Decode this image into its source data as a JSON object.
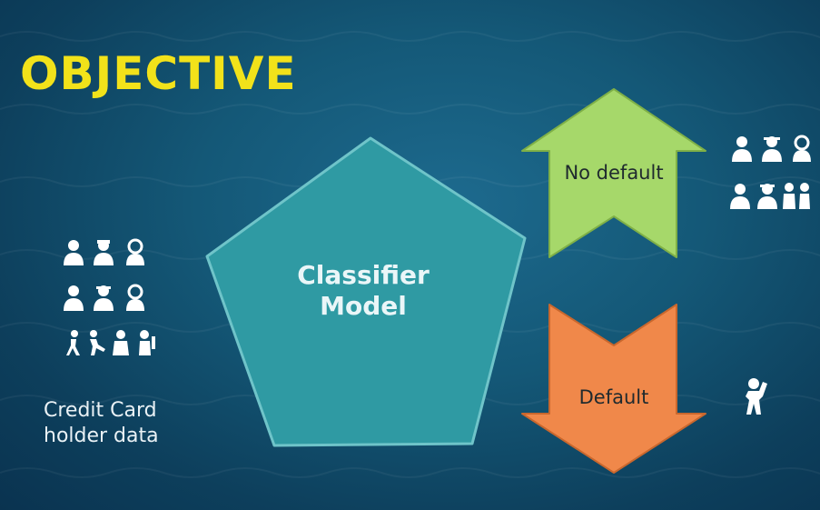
{
  "title": "OBJECTIVE",
  "input": {
    "caption_line1": "Credit Card",
    "caption_line2": "holder data"
  },
  "model": {
    "line1": "Classifier",
    "line2": "Model"
  },
  "outputs": {
    "no_default": "No default",
    "default": "Default"
  },
  "colors": {
    "title": "#f2e21a",
    "pentagon": "#2f9aa3",
    "up_arrow": "#a6d86a",
    "down_arrow": "#f0884a",
    "background": "#145877"
  }
}
